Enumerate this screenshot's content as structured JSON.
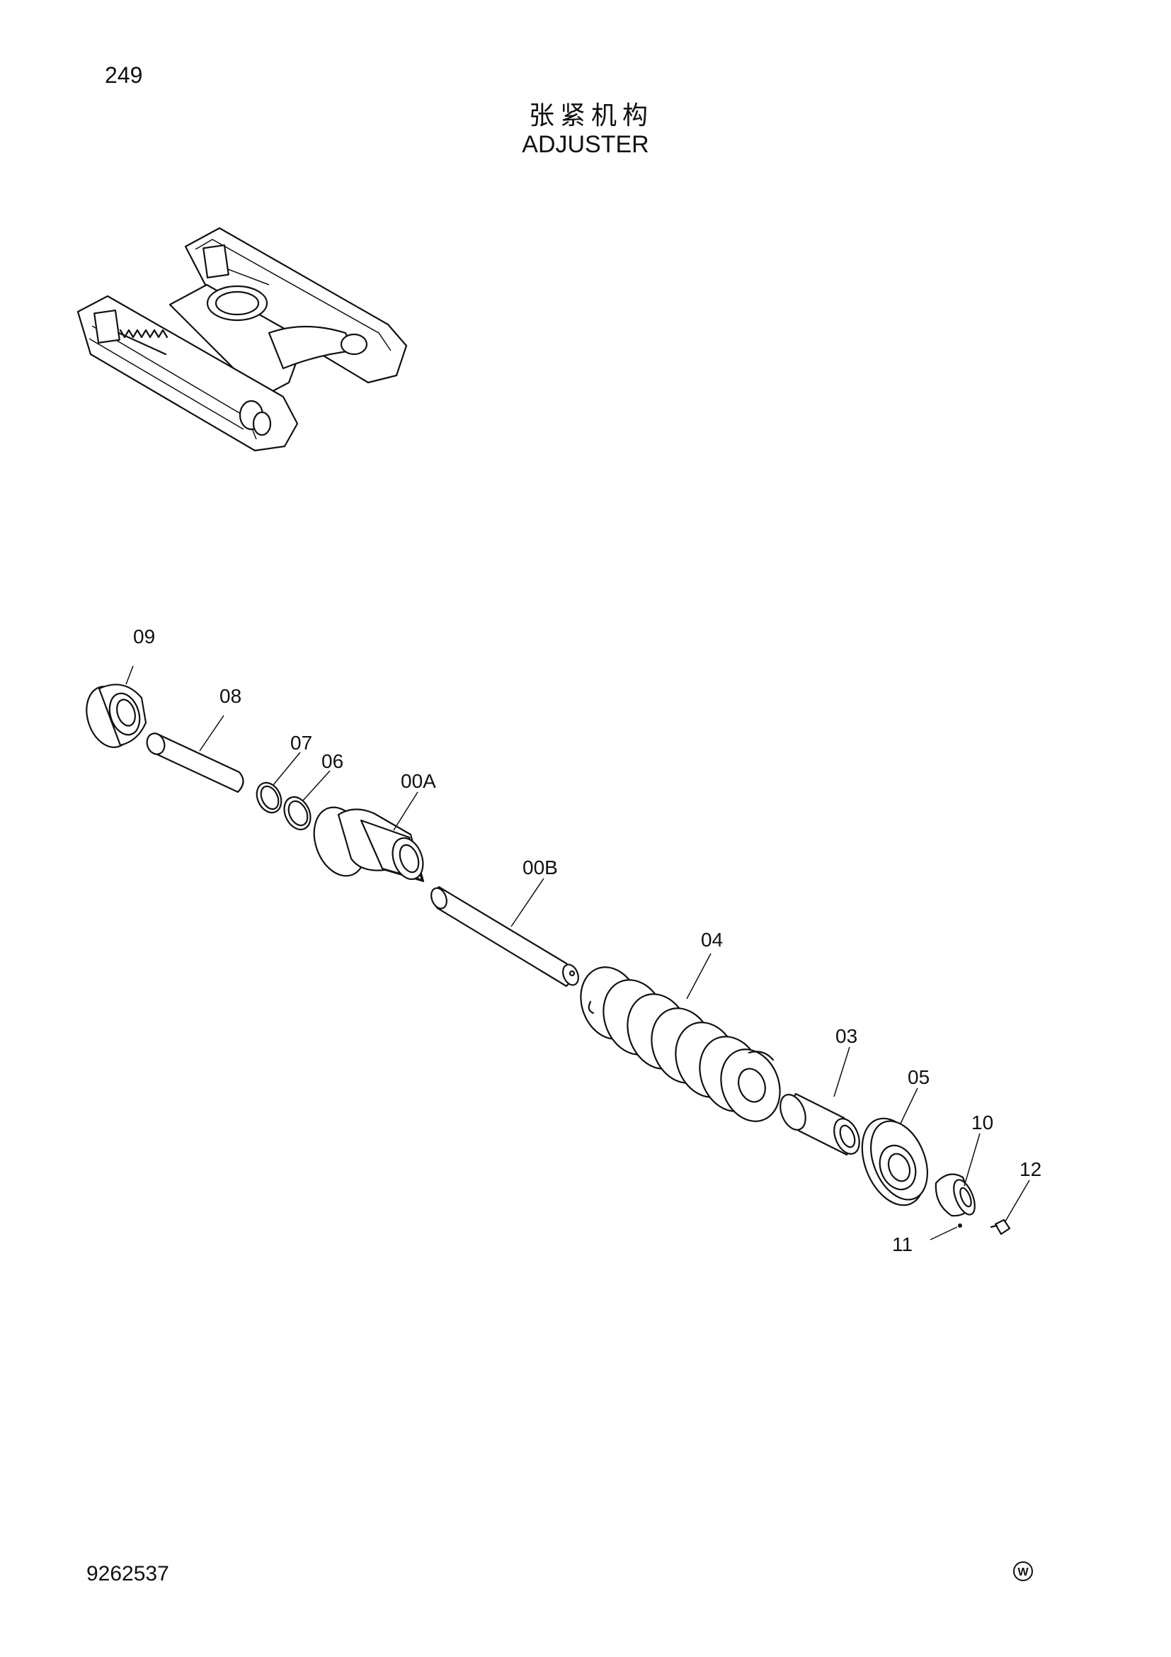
{
  "page": {
    "number": "249",
    "doc_number": "9262537"
  },
  "title": {
    "cn": "张紧机构",
    "en": "ADJUSTER"
  },
  "logo": {
    "symbol": "W",
    "icon": "circled-w-logo"
  },
  "callouts": {
    "p09": "09",
    "p08": "08",
    "p07": "07",
    "p06": "06",
    "p00A": "00A",
    "p00B": "00B",
    "p04": "04",
    "p03": "03",
    "p05": "05",
    "p10": "10",
    "p12": "12",
    "p11": "11"
  }
}
